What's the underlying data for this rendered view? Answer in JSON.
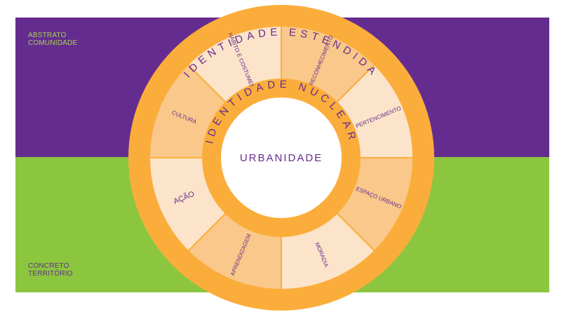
{
  "axis": {
    "top_label": "ABSTRATO\nCOMUNIDADE",
    "bottom_label": "CONCRETO\nTERRITÓRIO"
  },
  "outer_ring": {
    "title": "IDENTIDADE ESTENDIDA",
    "segments": [
      "RECONHECIMENTO",
      "PERTENCIMENTO",
      "ESPAÇO URBANO",
      "MORADIA",
      "APRENDIZAGEM",
      "AÇÃO",
      "CULTURA",
      "HÁBITO E COSTUMES"
    ]
  },
  "inner_ring": {
    "title": "IDENTIDADE NUCLEAR"
  },
  "core": {
    "label": "URBANIDADE"
  },
  "colors": {
    "purple": "#652c8f",
    "green": "#8cc63f",
    "orange": "#fbad3b",
    "segment_light": "#fbe4c9",
    "segment_mid": "#f9c88a",
    "text": "#652c8f",
    "core_text": "#652c8f"
  }
}
